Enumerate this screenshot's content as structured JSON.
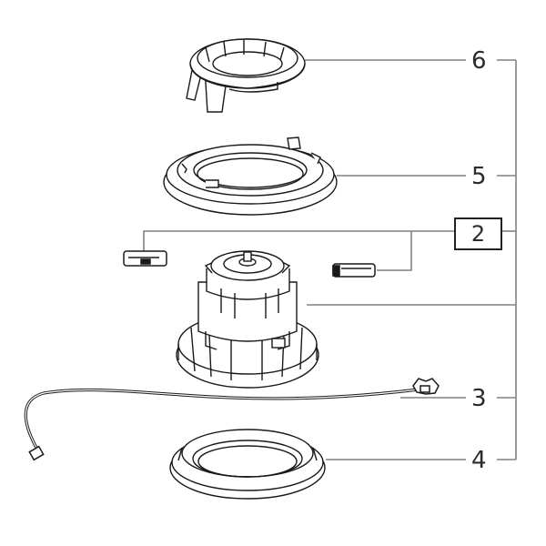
{
  "diagram": {
    "type": "exploded-parts-view",
    "line_color": "#808080",
    "part_stroke_color": "#1a1a1a",
    "callouts": [
      {
        "id": "6",
        "label": "6",
        "part": "top-cap-with-tabs",
        "boxed": false
      },
      {
        "id": "5",
        "label": "5",
        "part": "upper-seal-ring",
        "boxed": false
      },
      {
        "id": "2",
        "label": "2",
        "part": "brush-holders-pair",
        "boxed": true
      },
      {
        "id": "motor",
        "label": "",
        "part": "motor-assembly",
        "boxed": false
      },
      {
        "id": "3",
        "label": "3",
        "part": "wiring-harness-with-connector",
        "boxed": false
      },
      {
        "id": "4",
        "label": "4",
        "part": "lower-seal-ring",
        "boxed": false
      }
    ]
  }
}
